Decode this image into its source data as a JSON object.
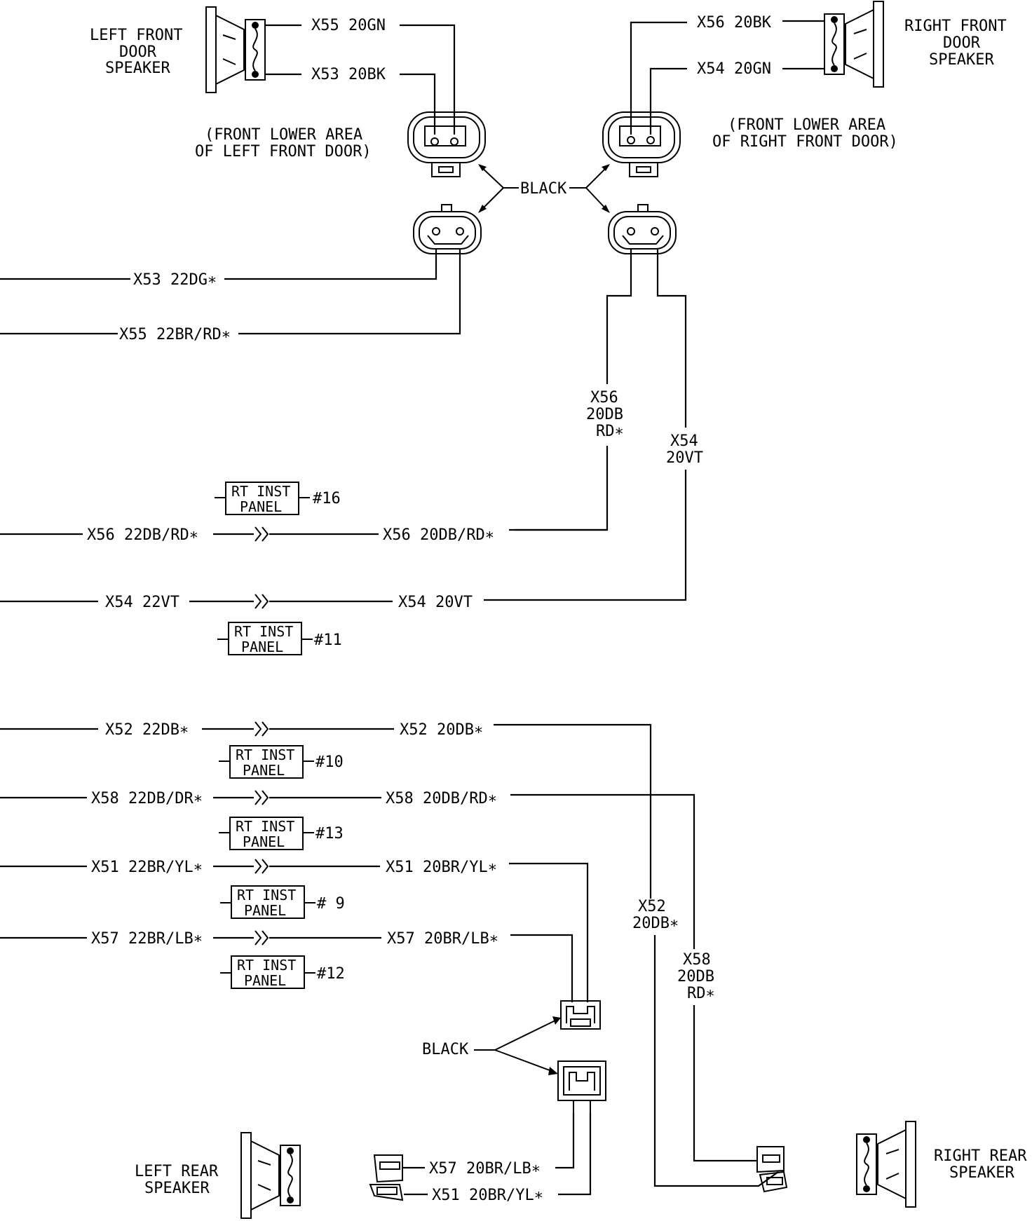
{
  "components": {
    "lf_speaker": [
      "LEFT FRONT",
      "DOOR",
      "SPEAKER"
    ],
    "rf_speaker": [
      "RIGHT FRONT",
      "DOOR",
      "SPEAKER"
    ],
    "lr_speaker": [
      "LEFT REAR",
      "SPEAKER"
    ],
    "rr_speaker": [
      "RIGHT REAR",
      "SPEAKER"
    ],
    "lf_location": [
      "(FRONT LOWER AREA",
      "OF LEFT FRONT DOOR)"
    ],
    "rf_location": [
      "(FRONT LOWER AREA",
      "OF RIGHT FRONT DOOR)"
    ],
    "connector_color_top": "BLACK",
    "connector_color_bottom": "BLACK"
  },
  "wires": {
    "x55_20gn": "X55 20GN",
    "x53_20bk": "X53 20BK",
    "x56_20bk": "X56 20BK",
    "x54_20gn": "X54 20GN",
    "x53_22dg": "X53 22DG∗",
    "x55_22br_rd": "X55 22BR/RD∗",
    "x56_vert": [
      "X56",
      "20DB",
      "RD∗"
    ],
    "x54_vert": [
      "X54",
      "20VT"
    ],
    "x56_22db_rd": "X56 22DB/RD∗",
    "x56_20db_rd": "X56 20DB/RD∗",
    "x54_22vt": "X54 22VT",
    "x54_20vt": "X54 20VT",
    "x52_22db": "X52 22DB∗",
    "x52_20db": "X52 20DB∗",
    "x58_22db_dr": "X58 22DB/DR∗",
    "x58_20db_rd": "X58 20DB/RD∗",
    "x51_22br_yl": "X51 22BR/YL∗",
    "x51_20br_yl": "X51 20BR/YL∗",
    "x57_22br_lb": "X57 22BR/LB∗",
    "x57_20br_lb": "X57 20BR/LB∗",
    "x52_vert": [
      "X52",
      "20DB∗"
    ],
    "x58_vert": [
      "X58",
      "20DB",
      "RD∗"
    ],
    "x57_bottom": "X57 20BR/LB∗",
    "x51_bottom": "X51 20BR/YL∗"
  },
  "inline_connectors": [
    {
      "line1": "RT INST",
      "line2": "PANEL",
      "pin": "#16"
    },
    {
      "line1": "RT INST",
      "line2": "PANEL",
      "pin": "#11"
    },
    {
      "line1": "RT INST",
      "line2": "PANEL",
      "pin": "#10"
    },
    {
      "line1": "RT INST",
      "line2": "PANEL",
      "pin": "#13"
    },
    {
      "line1": "RT INST",
      "line2": "PANEL",
      "pin": "# 9"
    },
    {
      "line1": "RT INST",
      "line2": "PANEL",
      "pin": "#12"
    }
  ]
}
